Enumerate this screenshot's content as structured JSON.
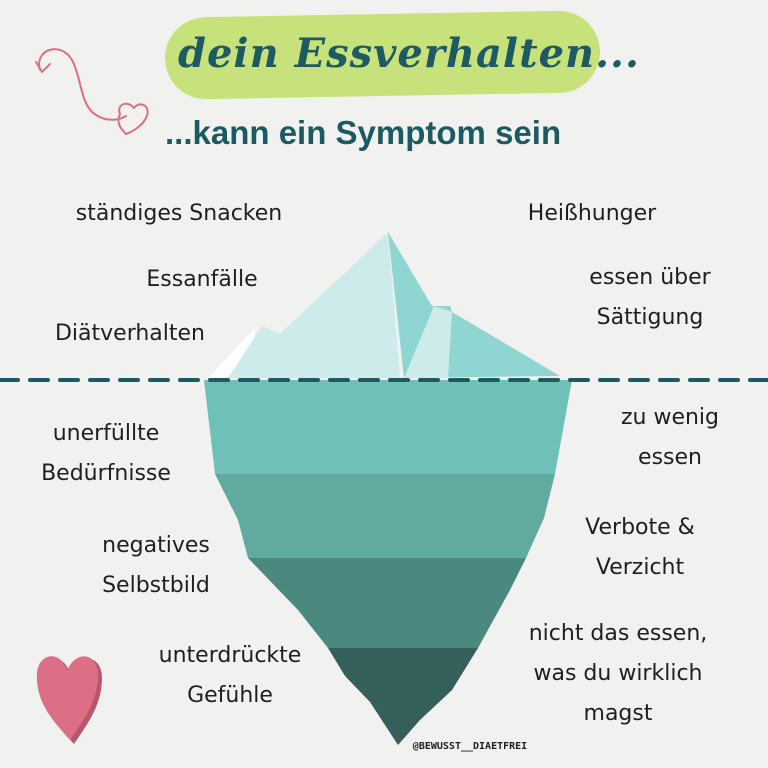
{
  "header": {
    "title": "dein Essverhalten...",
    "subtitle": "...kann ein Symptom sein"
  },
  "above_water": {
    "left": [
      "ständiges Snacken",
      "Essanfälle",
      "Diätverhalten"
    ],
    "right": [
      "Heißhunger",
      "essen über\nSättigung"
    ]
  },
  "below_water": {
    "left": [
      "unerfüllte\nBedürfnisse",
      "negatives\nSelbstbild",
      "unterdrückte\nGefühle"
    ],
    "right": [
      "zu wenig\nessen",
      "Verbote &\nVerzicht",
      "nicht das essen,\nwas du wirklich\nmagst"
    ]
  },
  "footer": {
    "credit": "@BEWUSST__DIAETFREI"
  },
  "icons": {
    "decor_top_left": "squiggle-heart-arrow-icon",
    "decor_bottom_left": "heart-icon"
  },
  "colors": {
    "background": "#f1f1f0",
    "title_highlight": "#c7e27a",
    "title_text": "#1e5a63",
    "waterline": "#1e5a63",
    "heart": "#dc6f86",
    "ice_light": "#cdebeb",
    "ice_mid": "#8fd6d2",
    "layer_1": "#6fc0b7",
    "layer_2": "#60aa9f",
    "layer_3": "#4b8880",
    "layer_4": "#345f5b"
  }
}
